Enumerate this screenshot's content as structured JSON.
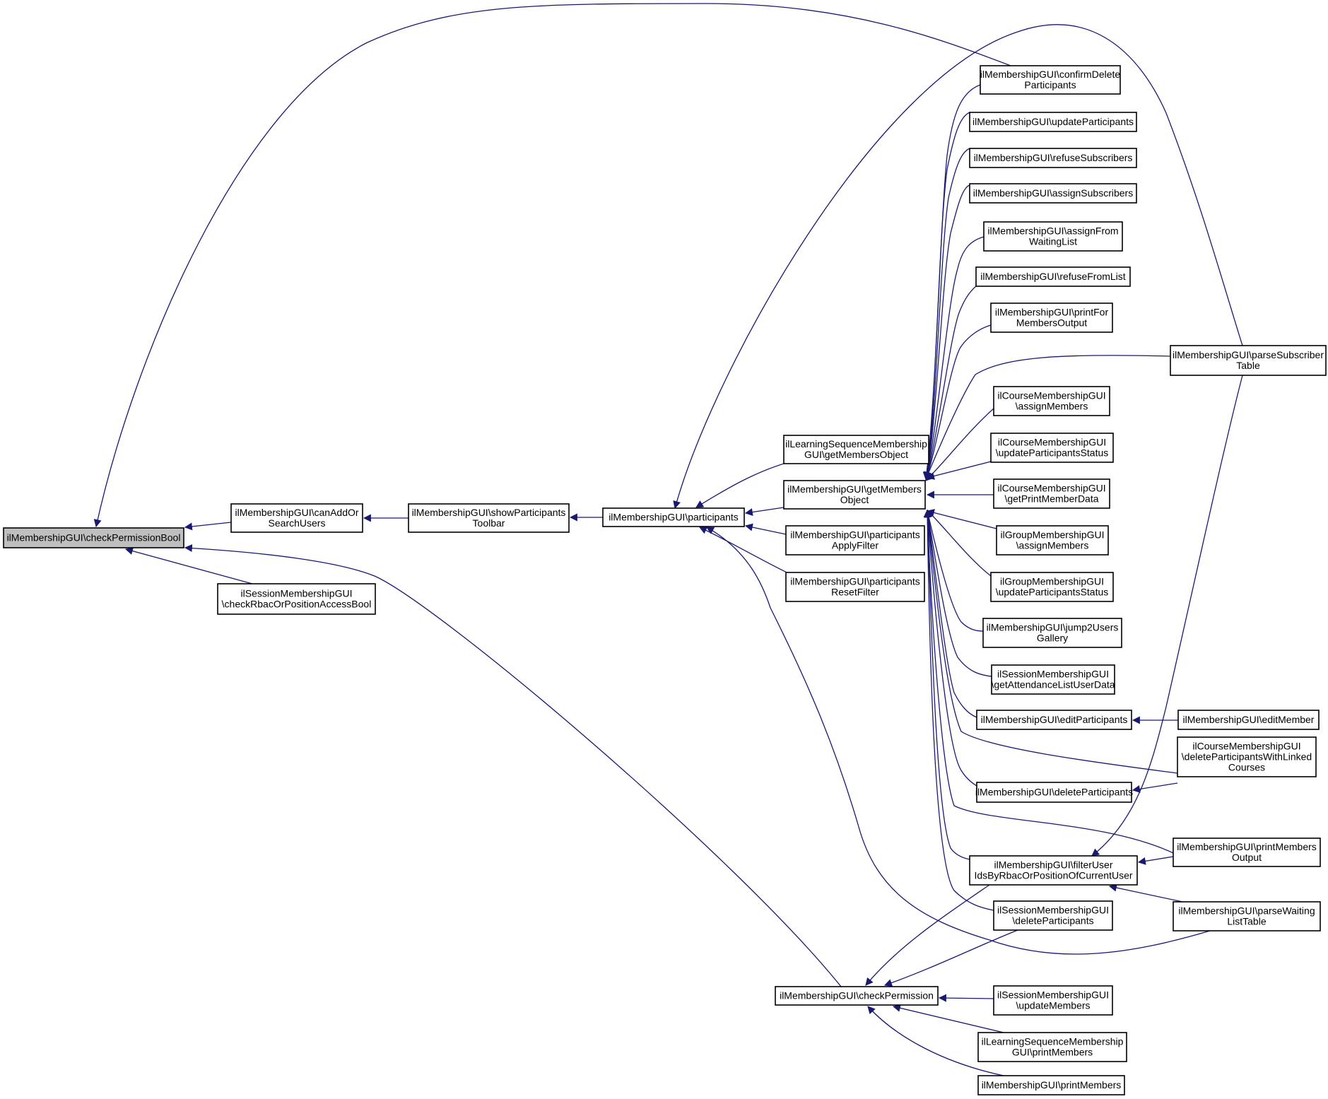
{
  "graph": {
    "edge_color": "#191970",
    "root_fill": "#bfbfbf",
    "nodes": [
      {
        "id": "root",
        "lines": [
          "ilMembershipGUI\\checkPermissionBool"
        ],
        "root": true
      },
      {
        "id": "canAddOr",
        "lines": [
          "ilMembershipGUI\\canAddOr",
          "SearchUsers"
        ]
      },
      {
        "id": "sessRbacBool",
        "lines": [
          "ilSessionMembershipGUI",
          "\\checkRbacOrPositionAccessBool"
        ]
      },
      {
        "id": "showPartToolbar",
        "lines": [
          "ilMembershipGUI\\showParticipants",
          "Toolbar"
        ]
      },
      {
        "id": "participants",
        "lines": [
          "ilMembershipGUI\\participants"
        ]
      },
      {
        "id": "lsGetMembersObject",
        "lines": [
          "ilLearningSequenceMembership",
          "GUI\\getMembersObject"
        ]
      },
      {
        "id": "getMembersObject",
        "lines": [
          "ilMembershipGUI\\getMembers",
          "Object"
        ]
      },
      {
        "id": "partApplyFilter",
        "lines": [
          "ilMembershipGUI\\participants",
          "ApplyFilter"
        ]
      },
      {
        "id": "partResetFilter",
        "lines": [
          "ilMembershipGUI\\participants",
          "ResetFilter"
        ]
      },
      {
        "id": "checkPermission",
        "lines": [
          "ilMembershipGUI\\checkPermission"
        ]
      },
      {
        "id": "confirmDelete",
        "lines": [
          "ilMembershipGUI\\confirmDelete",
          "Participants"
        ]
      },
      {
        "id": "updateParticipants",
        "lines": [
          "ilMembershipGUI\\updateParticipants"
        ]
      },
      {
        "id": "refuseSubscribers",
        "lines": [
          "ilMembershipGUI\\refuseSubscribers"
        ]
      },
      {
        "id": "assignSubscribers",
        "lines": [
          "ilMembershipGUI\\assignSubscribers"
        ]
      },
      {
        "id": "assignFromWaiting",
        "lines": [
          "ilMembershipGUI\\assignFrom",
          "WaitingList"
        ]
      },
      {
        "id": "refuseFromList",
        "lines": [
          "ilMembershipGUI\\refuseFromList"
        ]
      },
      {
        "id": "printForMembers",
        "lines": [
          "ilMembershipGUI\\printFor",
          "MembersOutput"
        ]
      },
      {
        "id": "crsAssignMembers",
        "lines": [
          "ilCourseMembershipGUI",
          "\\assignMembers"
        ]
      },
      {
        "id": "crsUpdateStatus",
        "lines": [
          "ilCourseMembershipGUI",
          "\\updateParticipantsStatus"
        ]
      },
      {
        "id": "crsPrintMemberData",
        "lines": [
          "ilCourseMembershipGUI",
          "\\getPrintMemberData"
        ]
      },
      {
        "id": "grpAssignMembers",
        "lines": [
          "ilGroupMembershipGUI",
          "\\assignMembers"
        ]
      },
      {
        "id": "grpUpdateStatus",
        "lines": [
          "ilGroupMembershipGUI",
          "\\updateParticipantsStatus"
        ]
      },
      {
        "id": "jump2Users",
        "lines": [
          "ilMembershipGUI\\jump2Users",
          "Gallery"
        ]
      },
      {
        "id": "sessAttendance",
        "lines": [
          "ilSessionMembershipGUI",
          "\\getAttendanceListUserData"
        ]
      },
      {
        "id": "editParticipants",
        "lines": [
          "ilMembershipGUI\\editParticipants"
        ]
      },
      {
        "id": "deleteParticipants",
        "lines": [
          "ilMembershipGUI\\deleteParticipants"
        ]
      },
      {
        "id": "filterUser",
        "lines": [
          "ilMembershipGUI\\filterUser",
          "IdsByRbacOrPositionOfCurrentUser"
        ]
      },
      {
        "id": "sessDeleteParticipants",
        "lines": [
          "ilSessionMembershipGUI",
          "\\deleteParticipants"
        ]
      },
      {
        "id": "sessUpdateMembers",
        "lines": [
          "ilSessionMembershipGUI",
          "\\updateMembers"
        ]
      },
      {
        "id": "lsPrintMembers",
        "lines": [
          "ilLearningSequenceMembership",
          "GUI\\printMembers"
        ]
      },
      {
        "id": "printMembers",
        "lines": [
          "ilMembershipGUI\\printMembers"
        ]
      },
      {
        "id": "parseSubscriberTable",
        "lines": [
          "ilMembershipGUI\\parseSubscriber",
          "Table"
        ]
      },
      {
        "id": "editMember",
        "lines": [
          "ilMembershipGUI\\editMember"
        ]
      },
      {
        "id": "crsDeleteLinked",
        "lines": [
          "ilCourseMembershipGUI",
          "\\deleteParticipantsWithLinked",
          "Courses"
        ]
      },
      {
        "id": "printMembersOutput",
        "lines": [
          "ilMembershipGUI\\printMembers",
          "Output"
        ]
      },
      {
        "id": "parseWaitingList",
        "lines": [
          "ilMembershipGUI\\parseWaiting",
          "ListTable"
        ]
      }
    ],
    "edges": [
      {
        "from": "root",
        "to": "canAddOr"
      },
      {
        "from": "root",
        "to": "sessRbacBool"
      },
      {
        "from": "root",
        "to": "confirmDelete"
      },
      {
        "from": "root",
        "to": "checkPermission"
      },
      {
        "from": "canAddOr",
        "to": "showPartToolbar"
      },
      {
        "from": "showPartToolbar",
        "to": "participants"
      },
      {
        "from": "participants",
        "to": "lsGetMembersObject"
      },
      {
        "from": "participants",
        "to": "getMembersObject"
      },
      {
        "from": "participants",
        "to": "partApplyFilter"
      },
      {
        "from": "participants",
        "to": "partResetFilter"
      },
      {
        "from": "participants",
        "to": "parseSubscriberTable"
      },
      {
        "from": "participants",
        "to": "parseWaitingList"
      },
      {
        "from": "getMembersObject",
        "to": "confirmDelete"
      },
      {
        "from": "getMembersObject",
        "to": "updateParticipants"
      },
      {
        "from": "getMembersObject",
        "to": "refuseSubscribers"
      },
      {
        "from": "getMembersObject",
        "to": "assignSubscribers"
      },
      {
        "from": "getMembersObject",
        "to": "assignFromWaiting"
      },
      {
        "from": "getMembersObject",
        "to": "refuseFromList"
      },
      {
        "from": "getMembersObject",
        "to": "printForMembers"
      },
      {
        "from": "getMembersObject",
        "to": "parseSubscriberTable"
      },
      {
        "from": "getMembersObject",
        "to": "crsAssignMembers"
      },
      {
        "from": "getMembersObject",
        "to": "crsUpdateStatus"
      },
      {
        "from": "getMembersObject",
        "to": "crsPrintMemberData"
      },
      {
        "from": "getMembersObject",
        "to": "grpAssignMembers"
      },
      {
        "from": "getMembersObject",
        "to": "grpUpdateStatus"
      },
      {
        "from": "getMembersObject",
        "to": "jump2Users"
      },
      {
        "from": "getMembersObject",
        "to": "sessAttendance"
      },
      {
        "from": "getMembersObject",
        "to": "editParticipants"
      },
      {
        "from": "getMembersObject",
        "to": "crsDeleteLinked"
      },
      {
        "from": "getMembersObject",
        "to": "deleteParticipants"
      },
      {
        "from": "getMembersObject",
        "to": "printMembersOutput"
      },
      {
        "from": "getMembersObject",
        "to": "filterUser"
      },
      {
        "from": "getMembersObject",
        "to": "sessDeleteParticipants"
      },
      {
        "from": "editParticipants",
        "to": "editMember"
      },
      {
        "from": "deleteParticipants",
        "to": "crsDeleteLinked"
      },
      {
        "from": "filterUser",
        "to": "parseSubscriberTable"
      },
      {
        "from": "filterUser",
        "to": "printMembersOutput"
      },
      {
        "from": "filterUser",
        "to": "parseWaitingList"
      },
      {
        "from": "checkPermission",
        "to": "filterUser"
      },
      {
        "from": "checkPermission",
        "to": "sessDeleteParticipants"
      },
      {
        "from": "checkPermission",
        "to": "sessUpdateMembers"
      },
      {
        "from": "checkPermission",
        "to": "lsPrintMembers"
      },
      {
        "from": "checkPermission",
        "to": "printMembers"
      }
    ]
  }
}
